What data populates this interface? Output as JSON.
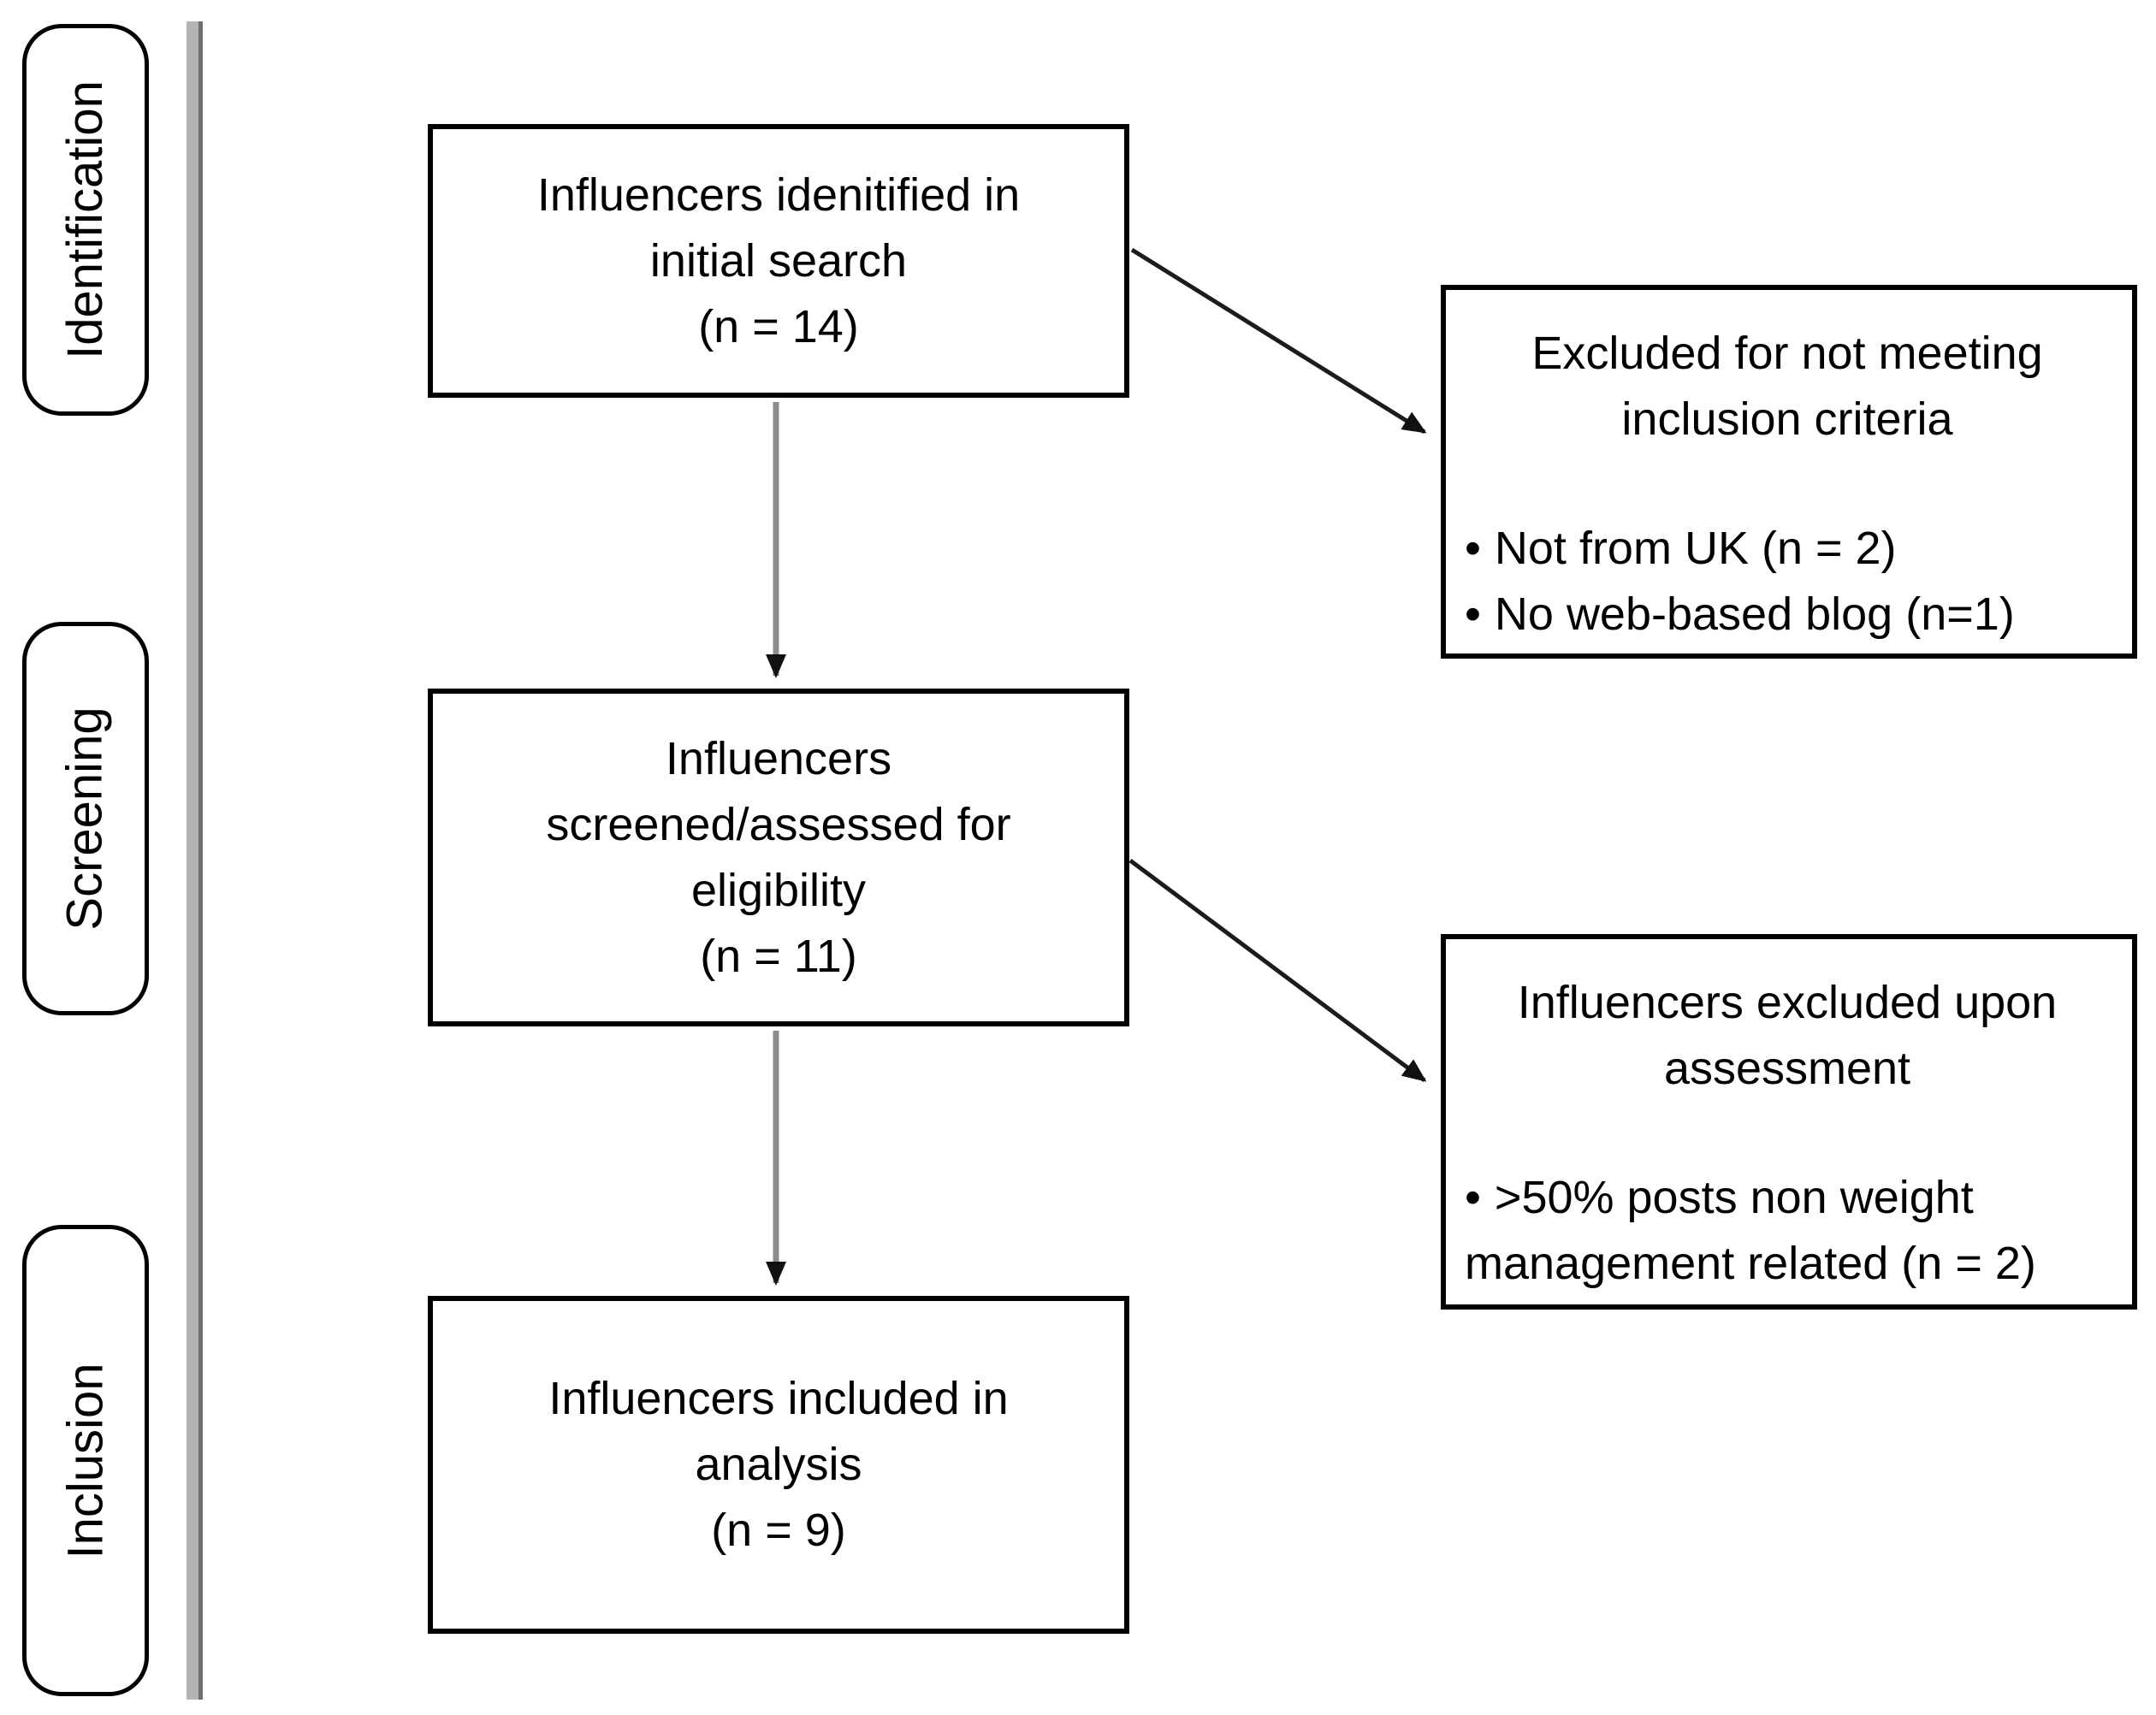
{
  "diagram": {
    "stages": [
      {
        "label": "Identification"
      },
      {
        "label": "Screening"
      },
      {
        "label": "Inclusion"
      }
    ],
    "flow_boxes": [
      {
        "lines": [
          "Influencers idenitified in",
          "initial search",
          "(n = 14)"
        ]
      },
      {
        "lines": [
          "Influencers",
          "screened/assessed for",
          "eligibility",
          "(n = 11)"
        ]
      },
      {
        "lines": [
          "Influencers included in",
          "analysis",
          "(n = 9)"
        ]
      }
    ],
    "exclusion_boxes": [
      {
        "title_lines": [
          "Excluded for not meeting",
          "inclusion criteria"
        ],
        "bullets": [
          {
            "lines": [
              "Not from UK (n = 2)"
            ]
          },
          {
            "lines": [
              "No web-based blog (n=1)"
            ]
          }
        ]
      },
      {
        "title_lines": [
          "Influencers excluded upon",
          "assessment"
        ],
        "bullets": [
          {
            "lines": [
              ">50% posts non weight",
              "management related (n = 2)"
            ]
          }
        ]
      }
    ],
    "bullet_glyph": "•",
    "colors": {
      "box_border": "#000000",
      "text": "#000000",
      "separator_light": "#b4b4b4",
      "separator_dark": "#6f6f6f",
      "arrow_vertical": "#8c8c8c",
      "arrow_diagonal": "#1c1c1c",
      "arrowhead": "#111111"
    }
  }
}
